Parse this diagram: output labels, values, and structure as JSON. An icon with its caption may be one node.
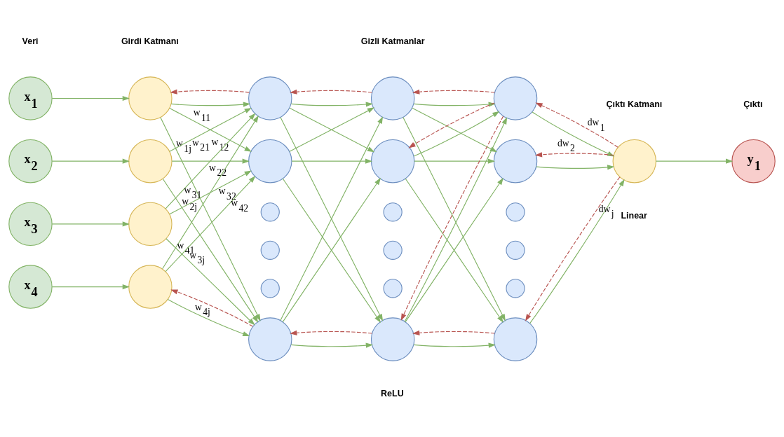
{
  "diagram": {
    "nodes": [
      {
        "text": [
          "x$_{1}$"
        ]
      },
      {
        "text": [
          "x$_{2}$"
        ]
      },
      {
        "text": [
          "x$_{3}$"
        ]
      },
      {
        "text": [
          "x$_{4}$"
        ]
      },
      {
        "text": [],
        "shape": "circle"
      },
      {
        "text": [],
        "shape": "circle"
      },
      {
        "text": [],
        "shape": "circle"
      },
      {
        "text": [],
        "shape": "circle"
      },
      {
        "text": [],
        "shape": "circle"
      },
      {
        "text": [],
        "shape": "circle"
      },
      {
        "text": [],
        "shape": "circle"
      },
      {
        "text": [],
        "shape": "circle"
      },
      {
        "text": [],
        "shape": "circle"
      },
      {
        "text": [],
        "shape": "circle"
      },
      {
        "text": [],
        "shape": "circle"
      },
      {
        "text": [],
        "shape": "circle"
      },
      {
        "text": [],
        "shape": "circle"
      },
      {
        "text": [],
        "shape": "circle"
      },
      {
        "text": [],
        "shape": "circle"
      },
      {
        "text": [],
        "shape": "circle"
      },
      {
        "text": [],
        "shape": "circle"
      },
      {
        "text": [],
        "shape": "circle"
      },
      {
        "text": [],
        "shape": "circle"
      },
      {
        "text": [],
        "shape": "circle"
      },
      {
        "text": [],
        "shape": "circle"
      },
      {
        "text": [],
        "shape": "circle"
      },
      {
        "text": [],
        "shape": "circle"
      },
      {
        "text": [
          "y$_{1}$"
        ]
      }
    ],
    "edges": [
      {
        "from": 0,
        "to": 4,
        "arrow": "to"
      },
      {
        "from": 1,
        "to": 5,
        "arrow": "to"
      },
      {
        "from": 2,
        "to": 6,
        "arrow": "to"
      },
      {
        "from": 3,
        "to": 7,
        "arrow": "to"
      },
      {
        "from": 4,
        "to": 8,
        "arrow": "to",
        "label": "w$_{11}$"
      },
      {
        "from": 4,
        "to": 9,
        "arrow": "to",
        "label": "w$_{12}$"
      },
      {
        "from": 4,
        "to": 13,
        "arrow": "to",
        "label": "w$_{1j}$"
      },
      {
        "from": 5,
        "to": 8,
        "arrow": "to",
        "label": "w$_{21}$"
      },
      {
        "from": 5,
        "to": 9,
        "arrow": "to",
        "label": "w$_{22}$"
      },
      {
        "from": 5,
        "to": 13,
        "arrow": "to",
        "label": "w$_{2j}$"
      },
      {
        "from": 6,
        "to": 8,
        "arrow": "to",
        "label": "w$_{31}$"
      },
      {
        "from": 6,
        "to": 9,
        "arrow": "to",
        "label": "w$_{32}$"
      },
      {
        "from": 6,
        "to": 13,
        "arrow": "to",
        "label": "w$_{3j}$"
      },
      {
        "from": 7,
        "to": 8,
        "arrow": "to",
        "label": "w$_{41}$"
      },
      {
        "from": 7,
        "to": 9,
        "arrow": "to",
        "label": "w$_{42}$"
      },
      {
        "from": 7,
        "to": 13,
        "arrow": "to",
        "label": "w$_{4j}$"
      },
      {
        "from": 8,
        "to": 4,
        "arrow": "to",
        "style": "dashed",
        "color": "#b85450"
      },
      {
        "from": 13,
        "to": 7,
        "arrow": "to",
        "style": "dashed",
        "color": "#b85450"
      },
      {
        "from": 8,
        "to": 14,
        "arrow": "to"
      },
      {
        "from": 8,
        "to": 15,
        "arrow": "to"
      },
      {
        "from": 8,
        "to": 19,
        "arrow": "to"
      },
      {
        "from": 9,
        "to": 14,
        "arrow": "to"
      },
      {
        "from": 9,
        "to": 15,
        "arrow": "to"
      },
      {
        "from": 9,
        "to": 19,
        "arrow": "to"
      },
      {
        "from": 13,
        "to": 14,
        "arrow": "to"
      },
      {
        "from": 13,
        "to": 15,
        "arrow": "to"
      },
      {
        "from": 13,
        "to": 19,
        "arrow": "to"
      },
      {
        "from": 14,
        "to": 8,
        "arrow": "to",
        "style": "dashed",
        "color": "#b85450"
      },
      {
        "from": 19,
        "to": 13,
        "arrow": "to",
        "style": "dashed",
        "color": "#b85450"
      },
      {
        "from": 14,
        "to": 20,
        "arrow": "to"
      },
      {
        "from": 14,
        "to": 21,
        "arrow": "to"
      },
      {
        "from": 14,
        "to": 25,
        "arrow": "to"
      },
      {
        "from": 15,
        "to": 20,
        "arrow": "to"
      },
      {
        "from": 15,
        "to": 21,
        "arrow": "to"
      },
      {
        "from": 15,
        "to": 25,
        "arrow": "to"
      },
      {
        "from": 19,
        "to": 20,
        "arrow": "to"
      },
      {
        "from": 19,
        "to": 21,
        "arrow": "to"
      },
      {
        "from": 19,
        "to": 25,
        "arrow": "to"
      },
      {
        "from": 20,
        "to": 14,
        "arrow": "to",
        "style": "dashed",
        "color": "#b85450"
      },
      {
        "from": 20,
        "to": 15,
        "arrow": "to",
        "style": "dashed",
        "color": "#b85450"
      },
      {
        "from": 20,
        "to": 19,
        "arrow": "to",
        "style": "dashed",
        "color": "#b85450"
      },
      {
        "from": 25,
        "to": 19,
        "arrow": "to",
        "style": "dashed",
        "color": "#b85450"
      },
      {
        "from": 20,
        "to": 26,
        "arrow": "to"
      },
      {
        "from": 21,
        "to": 26,
        "arrow": "to"
      },
      {
        "from": 25,
        "to": 26,
        "arrow": "to"
      },
      {
        "from": 26,
        "to": 20,
        "arrow": "to",
        "style": "dashed",
        "color": "#b85450",
        "label": "dw$_{1}$"
      },
      {
        "from": 26,
        "to": 21,
        "arrow": "to",
        "style": "dashed",
        "color": "#b85450",
        "label": "dw$_{2}$"
      },
      {
        "from": 26,
        "to": 25,
        "arrow": "to",
        "style": "dashed",
        "color": "#b85450",
        "label": "dw$_{j}$"
      },
      {
        "from": 26,
        "to": 27,
        "arrow": "to"
      }
    ],
    "labels": [
      "Veri",
      "Girdi Katmanı",
      "Gizli Katmanlar",
      "Çıktı Katmanı",
      "Çıktı",
      "ReLU",
      "Linear"
    ]
  }
}
